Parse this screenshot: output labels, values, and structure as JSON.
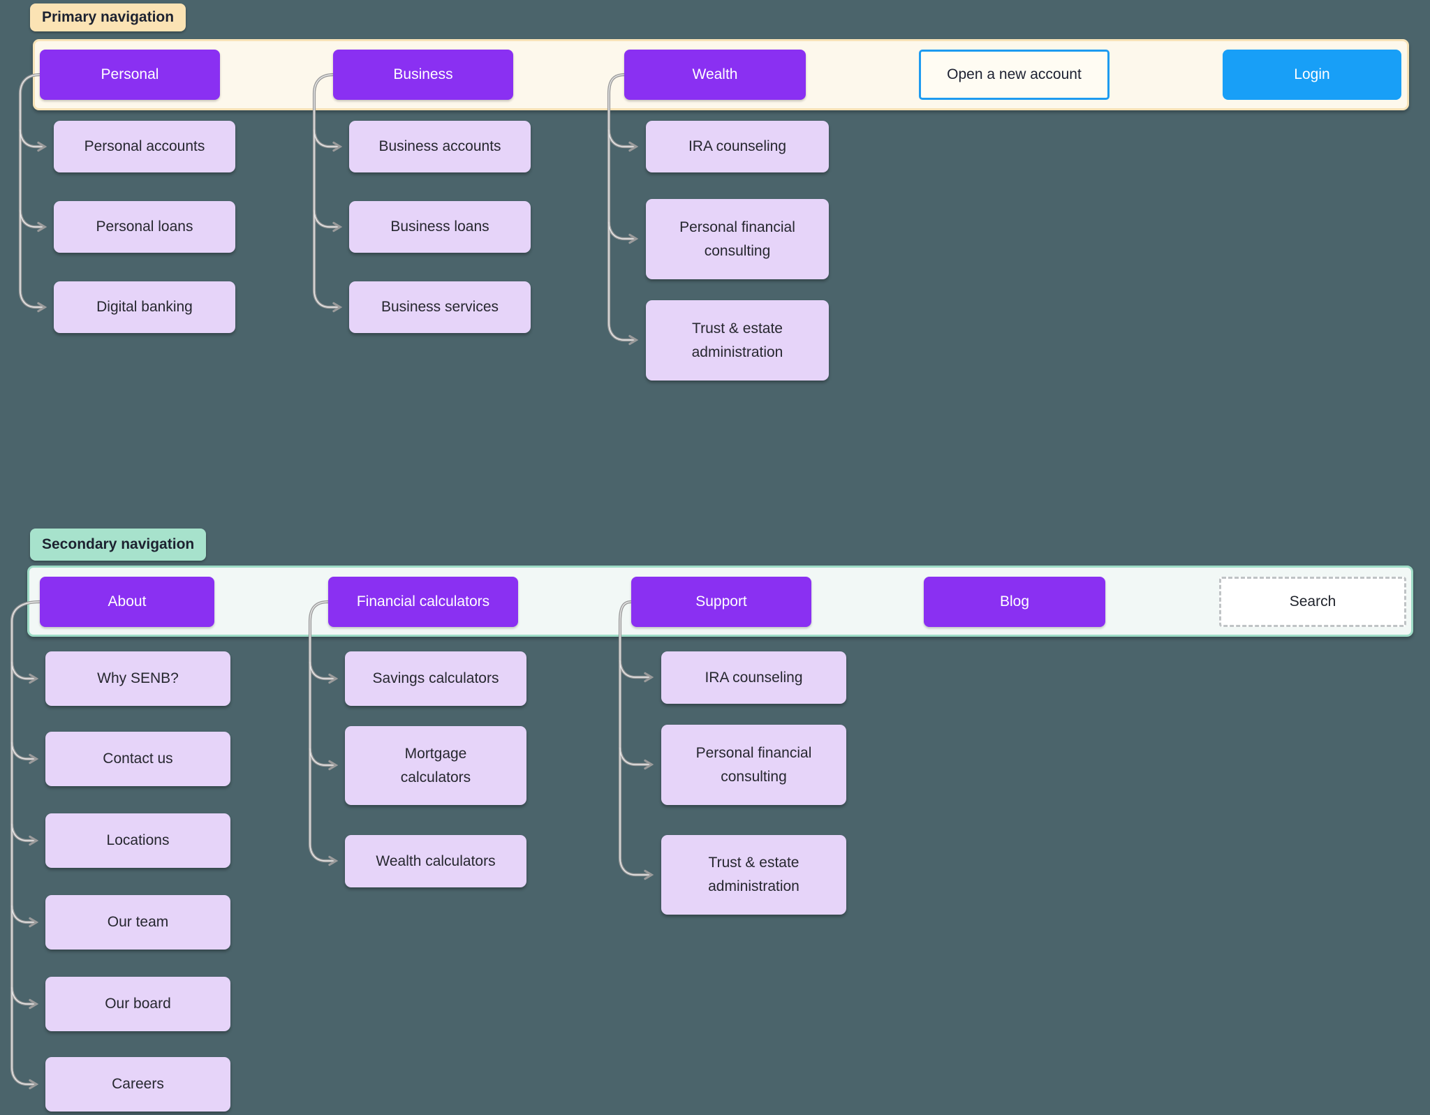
{
  "colors": {
    "background": "#4b646b",
    "accent_purple": "#8a30f2",
    "login_blue": "#189ff7",
    "open_account_border_blue": "#1e9bf0",
    "primary_label_bg": "#fbe3b4",
    "primary_bar_bg": "#fdf8ec",
    "primary_bar_border": "#f7e3b8",
    "secondary_label_bg": "#a7e2cc",
    "secondary_bar_bg": "#f2f8f6",
    "secondary_bar_border": "#9edcc6",
    "child_box_bg": "#e6d4f9",
    "connector_gray": "#9b9b9b"
  },
  "primary": {
    "section_label": "Primary navigation",
    "nav": {
      "personal": "Personal",
      "business": "Business",
      "wealth": "Wealth",
      "open_account": "Open a new account",
      "login": "Login"
    },
    "personal_children": [
      "Personal accounts",
      "Personal loans",
      "Digital banking"
    ],
    "business_children": [
      "Business accounts",
      "Business loans",
      "Business services"
    ],
    "wealth_children": [
      "IRA counseling",
      "Personal financial consulting",
      "Trust & estate administration"
    ]
  },
  "secondary": {
    "section_label": "Secondary navigation",
    "nav": {
      "about": "About",
      "financial_calculators": "Financial calculators",
      "support": "Support",
      "blog": "Blog",
      "search": "Search"
    },
    "about_children": [
      "Why SENB?",
      "Contact us",
      "Locations",
      "Our team",
      "Our board",
      "Careers"
    ],
    "financial_calculators_children": [
      "Savings calculators",
      "Mortgage calculators",
      "Wealth calculators"
    ],
    "support_children": [
      "IRA counseling",
      "Personal financial consulting",
      "Trust & estate administration"
    ]
  }
}
